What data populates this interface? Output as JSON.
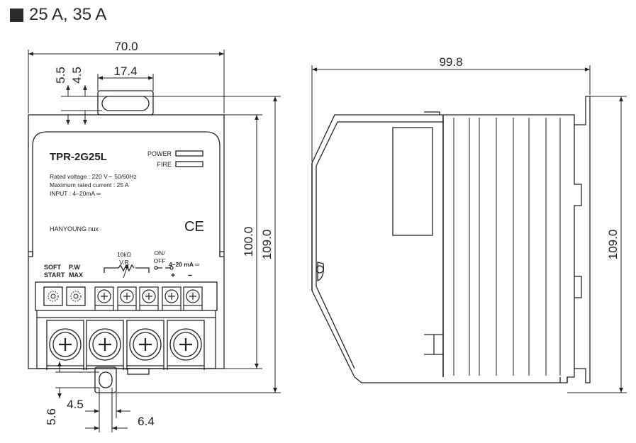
{
  "heading": "25 A, 35 A",
  "front_view": {
    "model": "TPR-2G25L",
    "indicators": [
      "POWER",
      "FIRE"
    ],
    "specs": [
      "Rated voltage : 220 V∼ 50/60Hz",
      "Maximum rated current : 25 A",
      "INPUT : 4–20mA ═"
    ],
    "brand": "HANYOUNG nux",
    "ce_mark": "CE",
    "soft_start": [
      "SOFT",
      "START"
    ],
    "pw_max": [
      "P.W",
      "MAX"
    ],
    "vr": [
      "10kΩ",
      "V.R"
    ],
    "on_off": [
      "ON/",
      "OFF"
    ],
    "input_label": "4–20 mA ═",
    "plus": "+",
    "minus": "−"
  },
  "dimensions": {
    "width": "70.0",
    "top_offset_a": "5.5",
    "top_offset_b": "4.5",
    "slot_width": "17.4",
    "body_height": "100.0",
    "total_height": "109.0",
    "bottom_offset": "5.6",
    "bottom_slot_a": "4.5",
    "bottom_slot_b": "6.4",
    "depth": "99.8",
    "side_height": "109.0"
  },
  "colors": {
    "line": "#222222",
    "fill": "#ffffff"
  }
}
